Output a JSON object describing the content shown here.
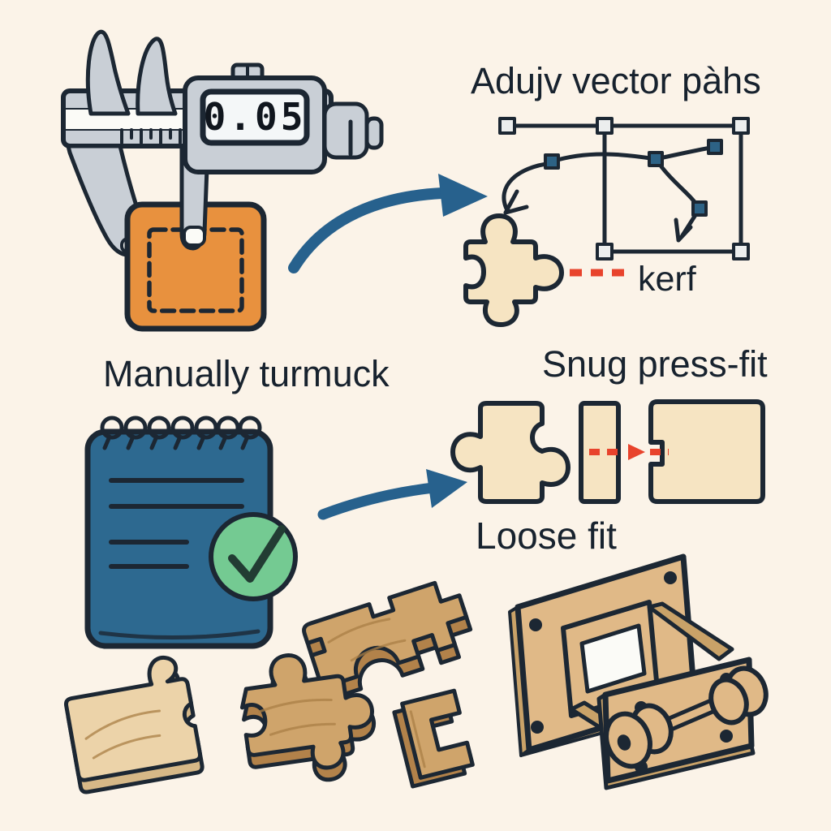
{
  "colors": {
    "bg": "#fbf3e8",
    "ink": "#1c2733",
    "text": "#17222e",
    "arrow-blue": "#27618d",
    "notepad": "#2d6990",
    "notepad-dark": "#1f4f70",
    "green": "#74ca92",
    "check": "#223c33",
    "orange": "#e8913e",
    "red": "#e8432c",
    "teal": "#2d6285",
    "handle": "#eceeee",
    "gray": "#c9cfd6",
    "gray-dark": "#b2bac3",
    "screen": "#f4f7f8",
    "white-bit": "#fbfbf7",
    "cream": "#f6e4c2",
    "wood-l": "#ecd3a9",
    "wood-l-side": "#d6b887",
    "wood-m": "#cfa46b",
    "wood-m-side": "#b2824a",
    "wood-a": "#e0b987",
    "wood-a-side": "#c9a268",
    "grain": "#a97f45"
  },
  "captions": {
    "vector_title": "Adujv vector pàhs",
    "kerf": "kerf",
    "manual_title": "Manually turmuck",
    "snug_title": "Snug press-fit",
    "loose_title": "Loose fit"
  },
  "caliper": {
    "display_value": "0.05"
  }
}
